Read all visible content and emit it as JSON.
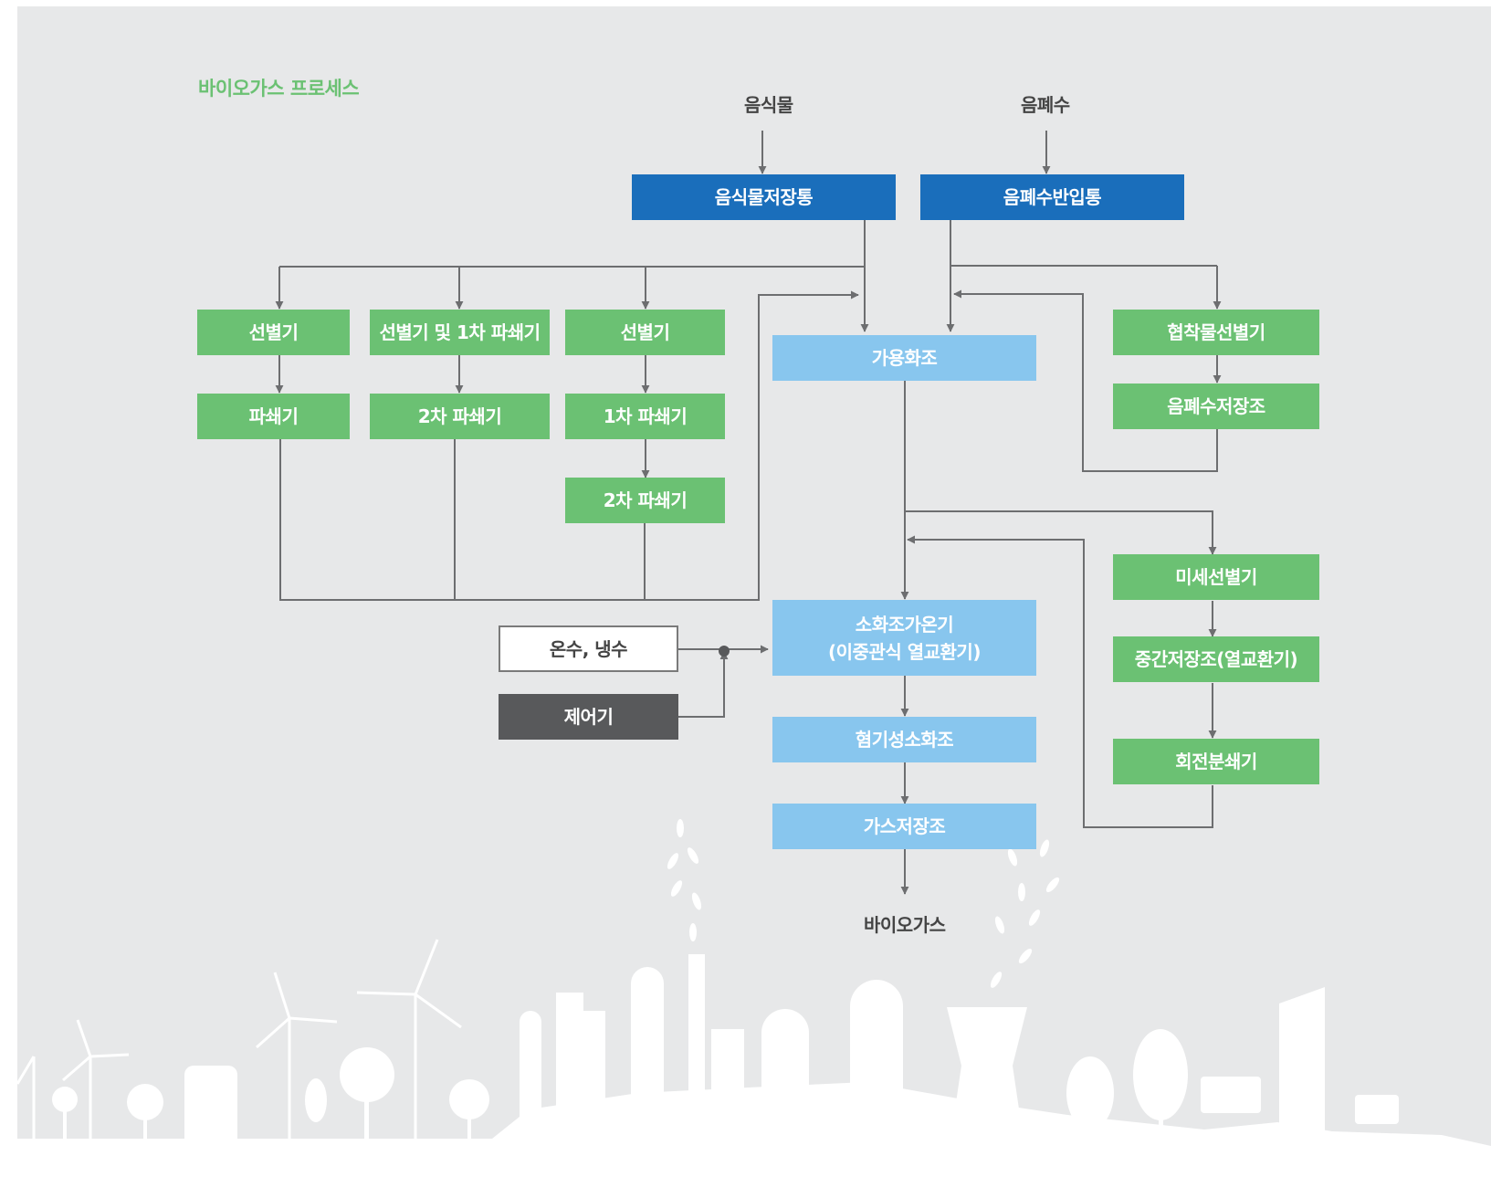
{
  "title": "바이오가스 프로세스",
  "inputs": {
    "food": "음식물",
    "wastewater": "음폐수"
  },
  "nodes": {
    "food_storage": "음식물저장통",
    "wastewater_intake": "음폐수반입통",
    "sorter_1": "선별기",
    "sorter_primary_crusher": "선별기 및 1차 파쇄기",
    "sorter_2": "선별기",
    "crusher": "파쇄기",
    "secondary_crusher_a": "2차 파쇄기",
    "primary_crusher": "1차 파쇄기",
    "secondary_crusher_b": "2차 파쇄기",
    "solubilization_tank": "가용화조",
    "impurity_sorter": "협착물선별기",
    "wastewater_storage": "음폐수저장조",
    "fine_sorter": "미세선별기",
    "intermediate_storage": "중간저장조(열교환기)",
    "rotary_crusher": "회전분쇄기",
    "digester_heater_line1": "소화조가온기",
    "digester_heater_line2": "(이중관식 열교환기)",
    "hot_cold_water": "온수, 냉수",
    "controller": "제어기",
    "anaerobic_digester": "혐기성소화조",
    "gas_storage": "가스저장조"
  },
  "output": "바이오가스",
  "colors": {
    "background": "#e7e8e9",
    "title_green": "#6bc173",
    "storage_blue": "#1a6ebb",
    "process_green": "#6bc173",
    "tank_lightblue": "#88c6ee",
    "controller_gray": "#58595b",
    "connector_gray": "#6d6e70",
    "skyline_white": "#ffffff"
  }
}
